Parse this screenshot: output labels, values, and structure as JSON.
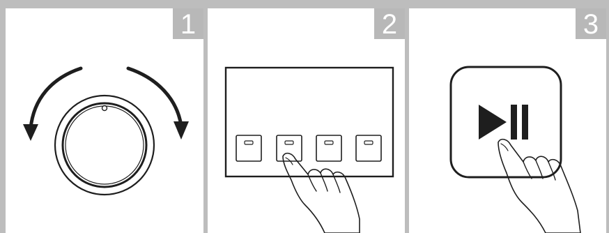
{
  "steps": [
    {
      "number": "1",
      "icon": "rotary-knob-icon"
    },
    {
      "number": "2",
      "icon": "preset-buttons-icon"
    },
    {
      "number": "3",
      "icon": "play-pause-button-icon"
    }
  ],
  "colors": {
    "frame": "#bdbdbd",
    "badge": "#b8b8b8",
    "ink": "#1e1e1e"
  }
}
